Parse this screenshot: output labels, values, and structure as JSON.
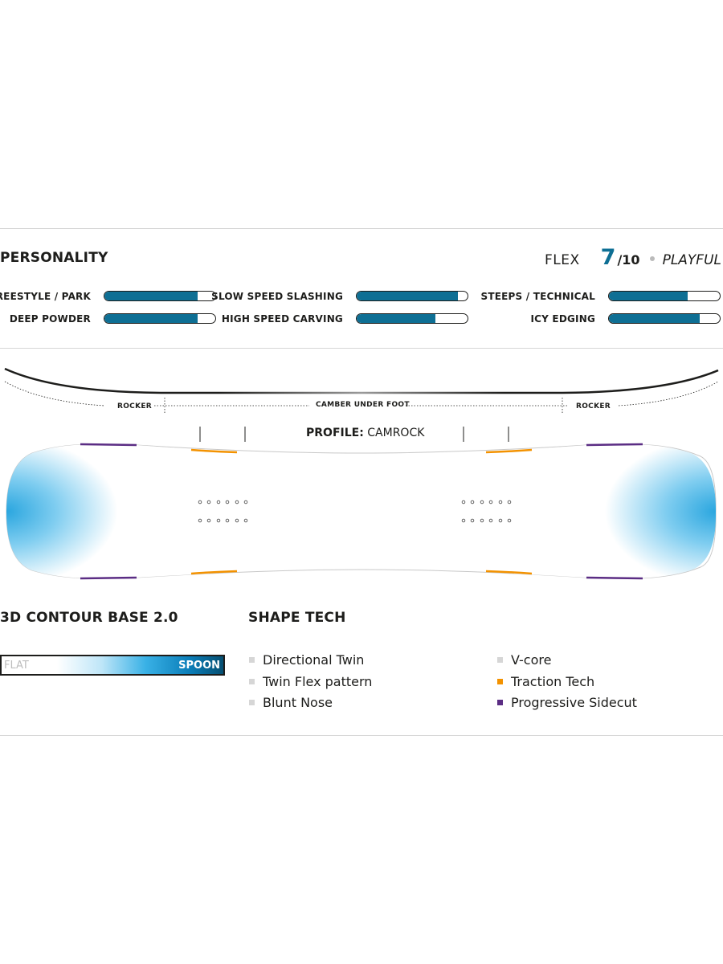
{
  "personality": {
    "title": "PERSONALITY",
    "flex": {
      "label": "FLEX",
      "value": "7",
      "max": "/10",
      "feel": "PLAYFUL"
    },
    "metrics": [
      {
        "label": "FREESTYLE / PARK",
        "level": 0.84
      },
      {
        "label": "SLOW SPEED SLASHING",
        "level": 0.91
      },
      {
        "label": "STEEPS / TECHNICAL",
        "level": 0.71
      },
      {
        "label": "DEEP POWDER",
        "level": 0.84
      },
      {
        "label": "HIGH SPEED CARVING",
        "level": 0.71
      },
      {
        "label": "ICY EDGING",
        "level": 0.82
      }
    ],
    "bar_color": "#0e6f94"
  },
  "profile": {
    "rocker_left": "ROCKER",
    "camber": "CAMBER UNDER FOOT",
    "rocker_right": "ROCKER",
    "name_label": "PROFILE:",
    "name_value": "CAMROCK"
  },
  "contour": {
    "title": "3D CONTOUR BASE 2.0",
    "flat_label": "FLAT",
    "spoon_label": "SPOON"
  },
  "shape_tech": {
    "title": "SHAPE TECH",
    "items": [
      {
        "label": "Directional Twin",
        "color": "#d6d6d6"
      },
      {
        "label": "Twin Flex pattern",
        "color": "#d6d6d6"
      },
      {
        "label": "Blunt Nose",
        "color": "#d6d6d6"
      },
      {
        "label": "V-core",
        "color": "#d6d6d6"
      },
      {
        "label": "Traction Tech",
        "color": "#f39200"
      },
      {
        "label": "Progressive Sidecut",
        "color": "#5b2d84"
      }
    ]
  },
  "colors": {
    "accent": "#0e6f94",
    "traction": "#f39200",
    "sidecut": "#5b2d84",
    "base_blue": "#39b1e6"
  }
}
